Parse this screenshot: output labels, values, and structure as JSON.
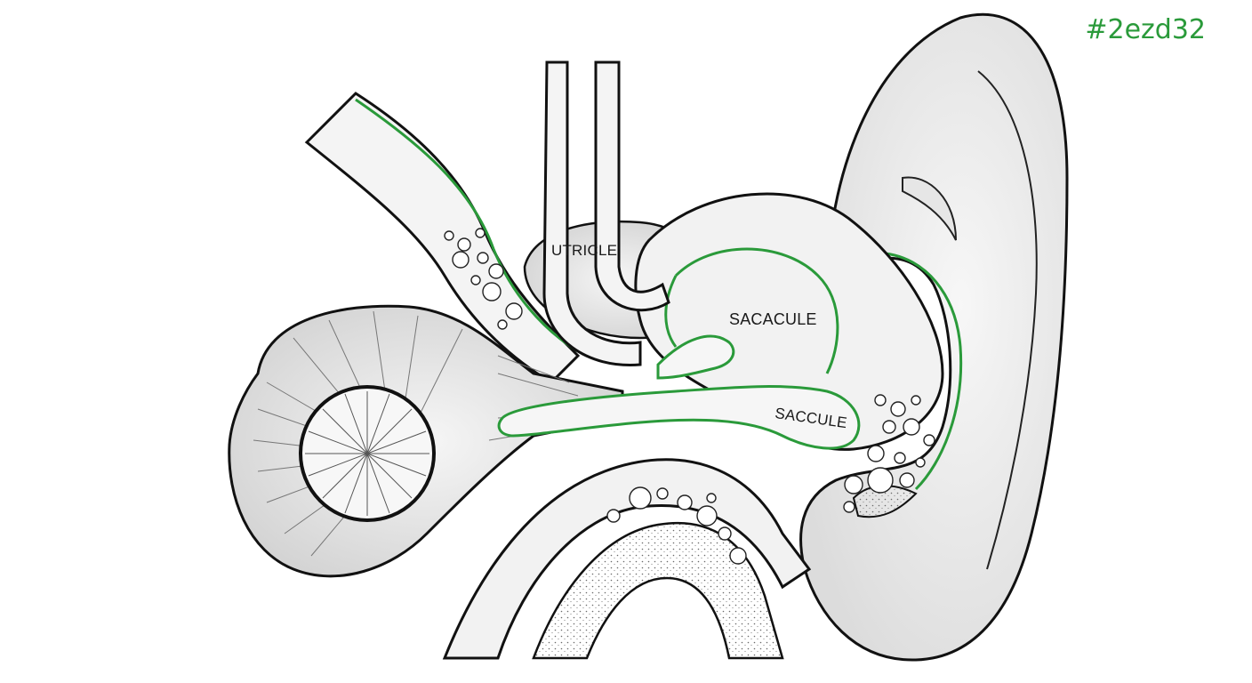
{
  "labels": {
    "utricle": "UTRICLE",
    "sacacule": "SACACULE",
    "saccule": "SACCULE"
  },
  "tag": "#2ezd32",
  "colors": {
    "outline": "#111111",
    "accent_green": "#2a9a3a",
    "shade": "#d8d8d8",
    "background": "#ffffff"
  }
}
